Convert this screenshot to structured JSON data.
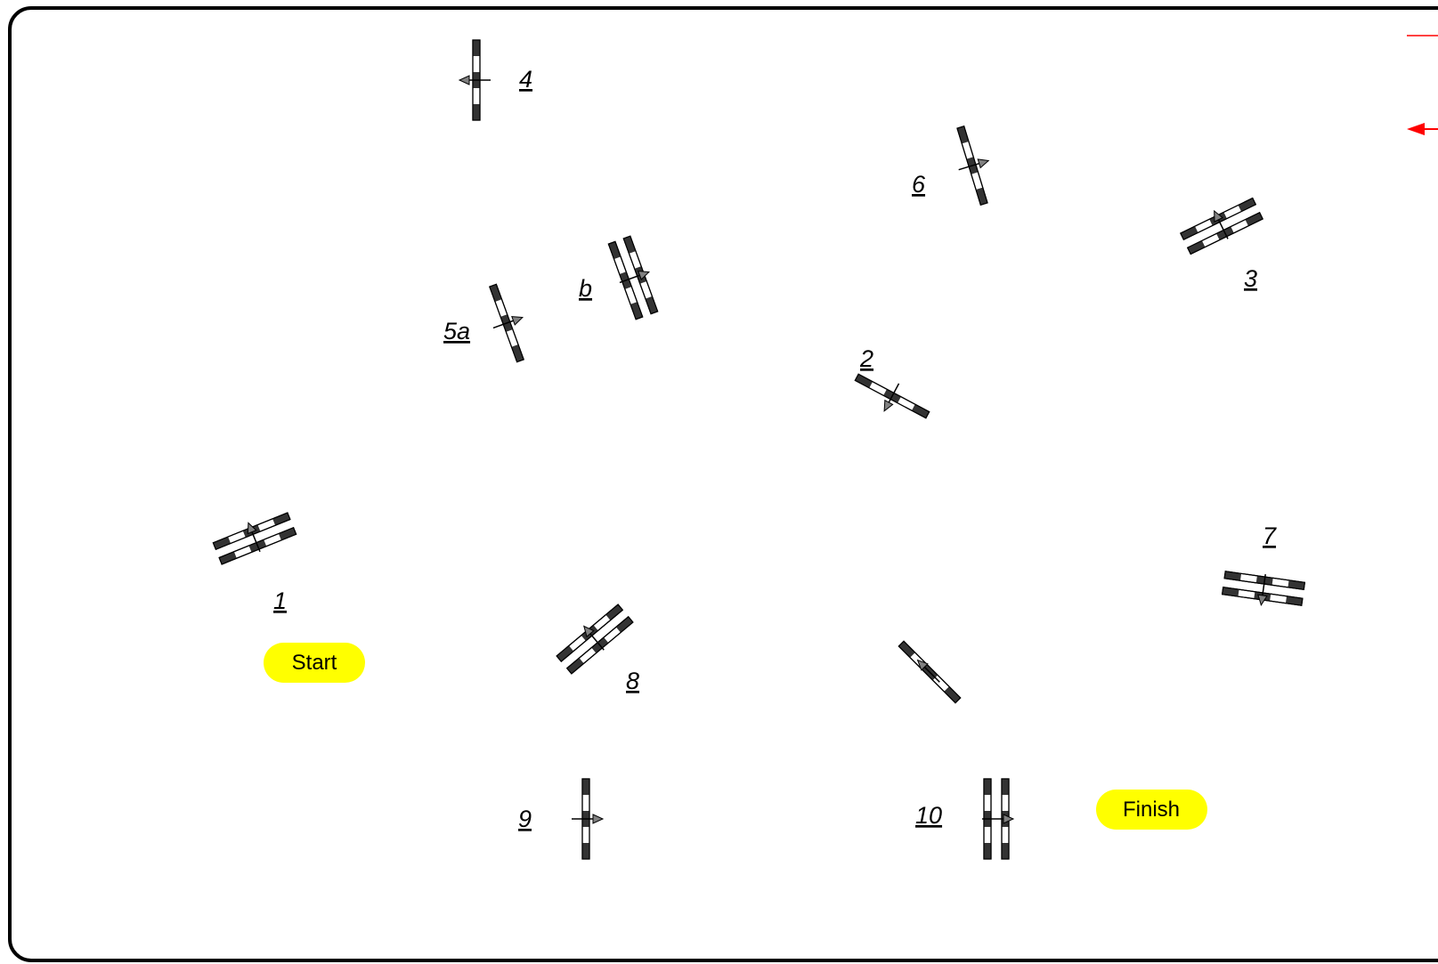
{
  "start_label": "Start",
  "finish_label": "Finish",
  "gates": [
    {
      "id": "gate-1",
      "label": "1"
    },
    {
      "id": "gate-2",
      "label": "2"
    },
    {
      "id": "gate-3",
      "label": "3"
    },
    {
      "id": "gate-4",
      "label": "4"
    },
    {
      "id": "gate-5a",
      "label": "5a"
    },
    {
      "id": "gate-5b",
      "label": "b"
    },
    {
      "id": "gate-6",
      "label": "6"
    },
    {
      "id": "gate-7",
      "label": "7"
    },
    {
      "id": "gate-8",
      "label": "8"
    },
    {
      "id": "gate-unnumbered",
      "label": ""
    },
    {
      "id": "gate-9",
      "label": "9"
    },
    {
      "id": "gate-10",
      "label": "10"
    }
  ],
  "colors": {
    "border": "#000000",
    "pill": "#ffff00",
    "pole_dark": "#333333",
    "pole_light": "#ffffff",
    "arrow_fill": "#808080",
    "offscreen_marker": "#ff0000"
  }
}
